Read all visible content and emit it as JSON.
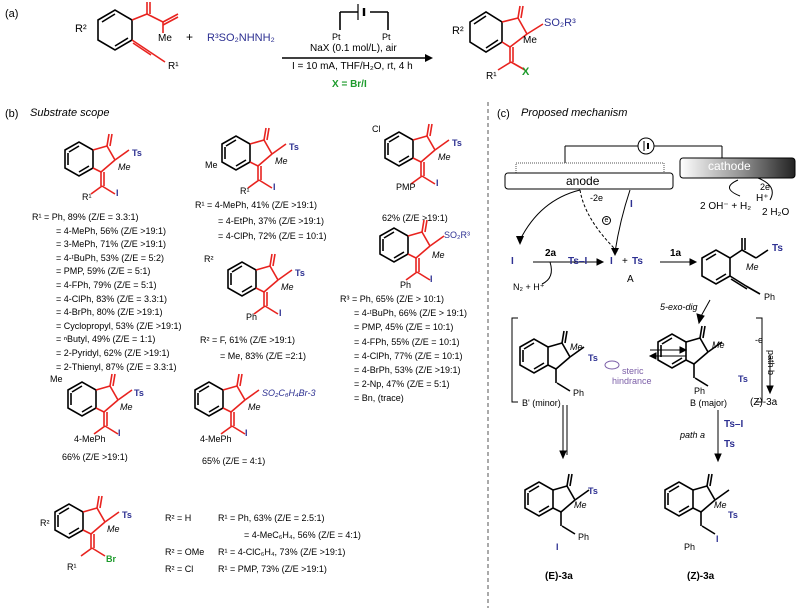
{
  "panel_a": {
    "label": "(a)",
    "reagent": "R³SO₂NHNH₂",
    "plus": "+",
    "cond1": "NaX (0.1 mol/L), air",
    "cond2": "I = 10 mA, THF/H₂O, rt, 4 h",
    "pt_left": "Pt",
    "pt_right": "Pt",
    "x_def": "X = Br/I",
    "sm_me": "Me",
    "sm_r1": "R¹",
    "sm_r2": "R²",
    "prod_r2": "R²",
    "prod_me": "Me",
    "prod_so2": "SO₂R³",
    "prod_r1": "R¹",
    "prod_x": "X"
  },
  "panel_b": {
    "label": "(b)",
    "title": "Substrate scope",
    "cmpd1": {
      "ts": "Ts",
      "me": "Me",
      "i": "I",
      "r1": "R¹",
      "rows": [
        "R¹ = Ph, 89% (Z/E = 3.3:1)",
        "= 4-MePh, 56% (Z/E >19:1)",
        "= 3-MePh, 71% (Z/E >19:1)",
        "= 4-ᵗBuPh, 53% (Z/E = 5:2)",
        "= PMP, 59% (Z/E = 5:1)",
        "= 4-FPh, 79% (Z/E = 5:1)",
        "= 4-ClPh, 83% (Z/E = 3.3:1)",
        "= 4-BrPh, 80% (Z/E >19:1)",
        "= Cyclopropyl, 53% (Z/E >19:1)",
        "= ⁿButyl, 49% (Z/E = 1:1)",
        "= 2-Pyridyl, 62% (Z/E >19:1)",
        "= 2-Thienyl, 87% (Z/E = 3.3:1)"
      ]
    },
    "cmpd2": {
      "me_ring": "Me",
      "ts": "Ts",
      "me": "Me",
      "i": "I",
      "r1": "R¹",
      "rows": [
        "R¹ = 4-MePh, 41% (Z/E >19:1)",
        "= 4-EtPh, 37% (Z/E >19:1)",
        "= 4-ClPh, 72% (Z/E = 10:1)"
      ]
    },
    "cmpd3": {
      "cl": "Cl",
      "ts": "Ts",
      "me": "Me",
      "pmp": "PMP",
      "i": "I",
      "yield": "62% (Z/E >19:1)"
    },
    "cmpd4": {
      "r2": "R²",
      "ts": "Ts",
      "me": "Me",
      "ph": "Ph",
      "i": "I",
      "rows": [
        "R² = F, 61% (Z/E >19:1)",
        "= Me, 83% (Z/E =2:1)"
      ]
    },
    "cmpd5": {
      "so2": "SO₂R³",
      "me": "Me",
      "ph": "Ph",
      "i": "I",
      "rows": [
        "R³ = Ph, 65% (Z/E > 10:1)",
        "= 4-ᵗBuPh, 66% (Z/E > 19:1)",
        "= PMP, 45% (Z/E = 10:1)",
        "= 4-FPh, 55% (Z/E = 10:1)",
        "= 4-ClPh, 77% (Z/E = 10:1)",
        "= 4-BrPh, 53% (Z/E >19:1)",
        "= 2-Np, 47% (Z/E = 5:1)",
        "= Bn, (trace)"
      ]
    },
    "cmpd6": {
      "me_ring": "Me",
      "ts": "Ts",
      "me": "Me",
      "ar": "4-MePh",
      "i": "I",
      "yield": "66% (Z/E >19:1)"
    },
    "cmpd7": {
      "so2": "SO₂C₆H₄Br-3",
      "me": "Me",
      "ar": "4-MePh",
      "i": "I",
      "yield": "65% (Z/E = 4:1)"
    },
    "cmpd8": {
      "r2": "R²",
      "ts": "Ts",
      "me": "Me",
      "r1": "R¹",
      "br": "Br",
      "rows": [
        [
          "R² = H",
          "R¹ = Ph, 63% (Z/E = 2.5:1)"
        ],
        [
          "",
          "= 4-MeC₆H₄, 56% (Z/E = 4:1)"
        ],
        [
          "R² = OMe",
          "R¹ = 4-ClC₆H₄, 73% (Z/E >19:1)"
        ],
        [
          "R² = Cl",
          "R¹ = PMP, 73% (Z/E >19:1)"
        ]
      ]
    }
  },
  "panel_c": {
    "label": "(c)",
    "title": "Proposed mechanism",
    "anode": "anode",
    "cathode": "cathode",
    "minus2e_anode": "-2e",
    "minus2e_cathode": "2e",
    "e_minus": "e",
    "i_minus": "I",
    "i_plus": "I",
    "c2a": "2a",
    "tsi": "Ts–I",
    "n2h": "N₂ + H⁺",
    "i_rad": "I",
    "ts_rad": "Ts",
    "plus": "+",
    "c1a": "1a",
    "label_a": "A",
    "ts_prod": "Ts",
    "me_prod": "Me",
    "ph_prod": "Ph",
    "exo": "5-exo-dig",
    "cath_eq": "2 OH⁻ + H₂",
    "h_plus": "H⁺",
    "h2o": "2 H₂O",
    "bp_me": "Me",
    "bp_ts": "Ts",
    "bp_ph": "Ph",
    "bp_label": "B' (minor)",
    "steric": "steric",
    "hindrance": "hindrance",
    "b_me": "Me",
    "b_ts": "Ts",
    "b_ph": "Ph",
    "b_label": "B (major)",
    "minus_e": "-e",
    "path_b": "path b",
    "z3a_right": "(Z)-3a",
    "path_a": "path a",
    "tsi2": "Ts–I",
    "ts_rad2": "Ts",
    "e3a_me": "Me",
    "e3a_ts": "Ts",
    "e3a_i": "I",
    "e3a_ph": "Ph",
    "e3a_label": "(E)-3a",
    "z3a_me": "Me",
    "z3a_ts": "Ts",
    "z3a_ph": "Ph",
    "z3a_i": "I",
    "z3a_label": "(Z)-3a"
  }
}
